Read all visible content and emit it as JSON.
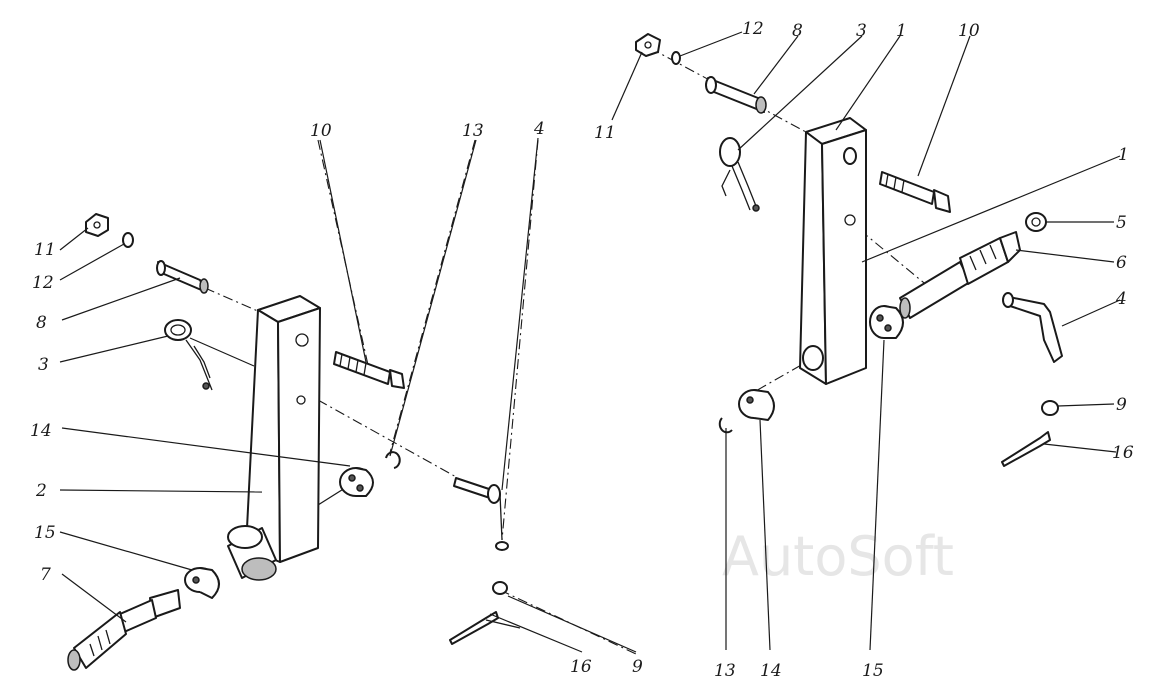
{
  "watermark": "AutoSoft",
  "labels": {
    "l1a": "1",
    "l1b": "1",
    "l2": "2",
    "l3a": "3",
    "l3b": "3",
    "l4a": "4",
    "l4b": "4",
    "l5": "5",
    "l6": "6",
    "l7": "7",
    "l8a": "8",
    "l8b": "8",
    "l9a": "9",
    "l9b": "9",
    "l10a": "10",
    "l10b": "10",
    "l11a": "11",
    "l11b": "11",
    "l12a": "12",
    "l12b": "12",
    "l13a": "13",
    "l13b": "13",
    "l14a": "14",
    "l14b": "14",
    "l15a": "15",
    "l15b": "15",
    "l16a": "16",
    "l16b": "16"
  }
}
